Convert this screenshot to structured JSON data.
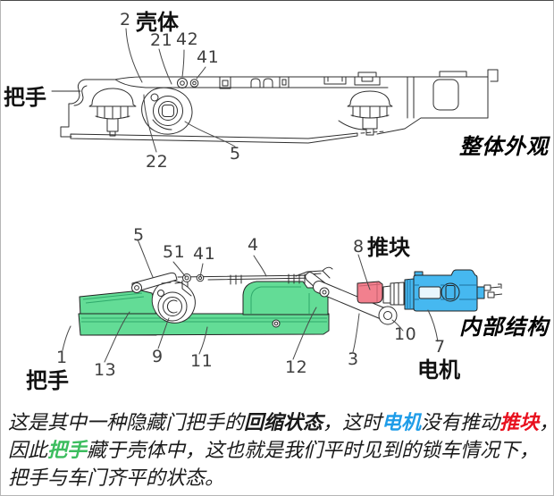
{
  "figure1": {
    "title": "整体外观",
    "part_labels": {
      "handle": "把手",
      "shell": "壳体"
    },
    "callouts": {
      "n2": "2",
      "n21": "21",
      "n42": "42",
      "n41": "41",
      "n22": "22",
      "n5": "5"
    }
  },
  "figure2": {
    "title": "内部结构",
    "part_labels": {
      "handle": "把手",
      "push_block": "推块",
      "motor": "电机"
    },
    "callouts": {
      "n1": "1",
      "n3": "3",
      "n4": "4",
      "n5": "5",
      "n7": "7",
      "n8": "8",
      "n9": "9",
      "n10": "10",
      "n11": "11",
      "n12": "12",
      "n13": "13",
      "n41": "41",
      "n51": "51"
    },
    "highlight_colors": {
      "handle_green": "#63dc96",
      "handle_green_shade": "#2fa96b",
      "push_block_red": "#f2808e",
      "motor_blue": "#46b8f0"
    }
  },
  "caption": {
    "text_colors": {
      "motor_blue": "#1e9ce8",
      "push_block_red": "#e8101e",
      "handle_green": "#3bbd5e"
    },
    "lines": [
      [
        {
          "text": "这是其中一种隐藏门把手的"
        },
        {
          "text": "回缩状态",
          "bold": true
        },
        {
          "text": "，这时"
        },
        {
          "text": "电机",
          "bold": true,
          "color": "#1e9ce8"
        },
        {
          "text": "没有推动"
        },
        {
          "text": "推块",
          "bold": true,
          "color": "#e8101e"
        },
        {
          "text": "，"
        }
      ],
      [
        {
          "text": "因此"
        },
        {
          "text": "把手",
          "bold": true,
          "color": "#3bbd5e"
        },
        {
          "text": "藏于壳体中，这也就是我们平时见到的锁车情况下，"
        }
      ],
      [
        {
          "text": "把手与车门齐平的状态。"
        }
      ]
    ]
  }
}
